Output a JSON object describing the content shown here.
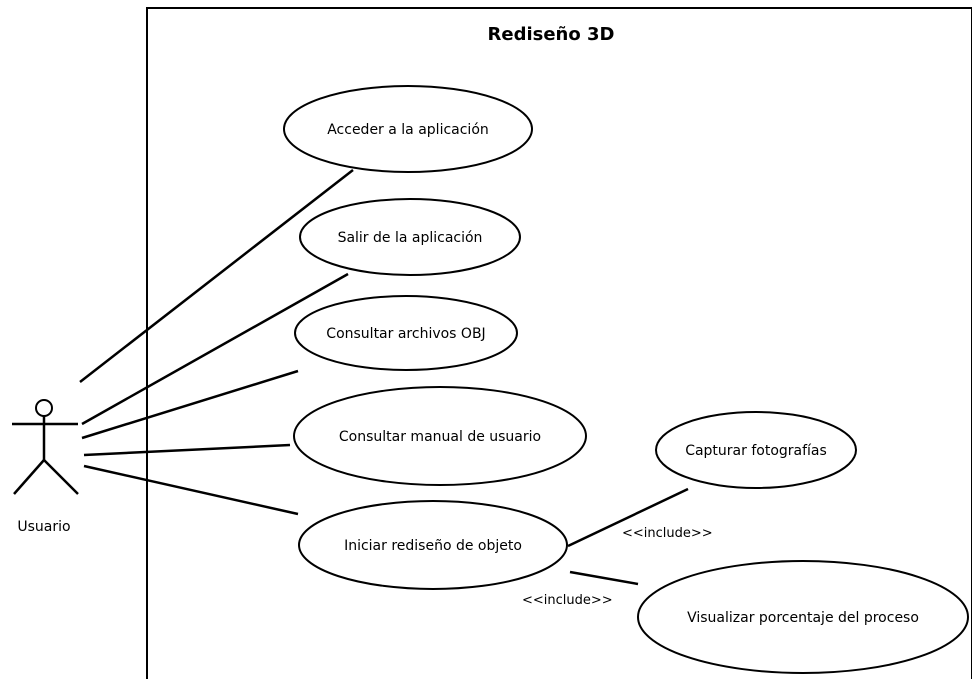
{
  "system": {
    "title": "Rediseño 3D"
  },
  "actor": {
    "name": "Usuario"
  },
  "use_cases": {
    "acceder": "Acceder a la aplicación",
    "salir": "Salir de la aplicación",
    "consultar_obj": "Consultar archivos OBJ",
    "consultar_manual": "Consultar manual de usuario",
    "iniciar": "Iniciar rediseño de objeto",
    "capturar": "Capturar fotografías",
    "visualizar": "Visualizar porcentaje del proceso"
  },
  "relations": {
    "include_capturar": "<<include>>",
    "include_visualizar": "<<include>>"
  }
}
